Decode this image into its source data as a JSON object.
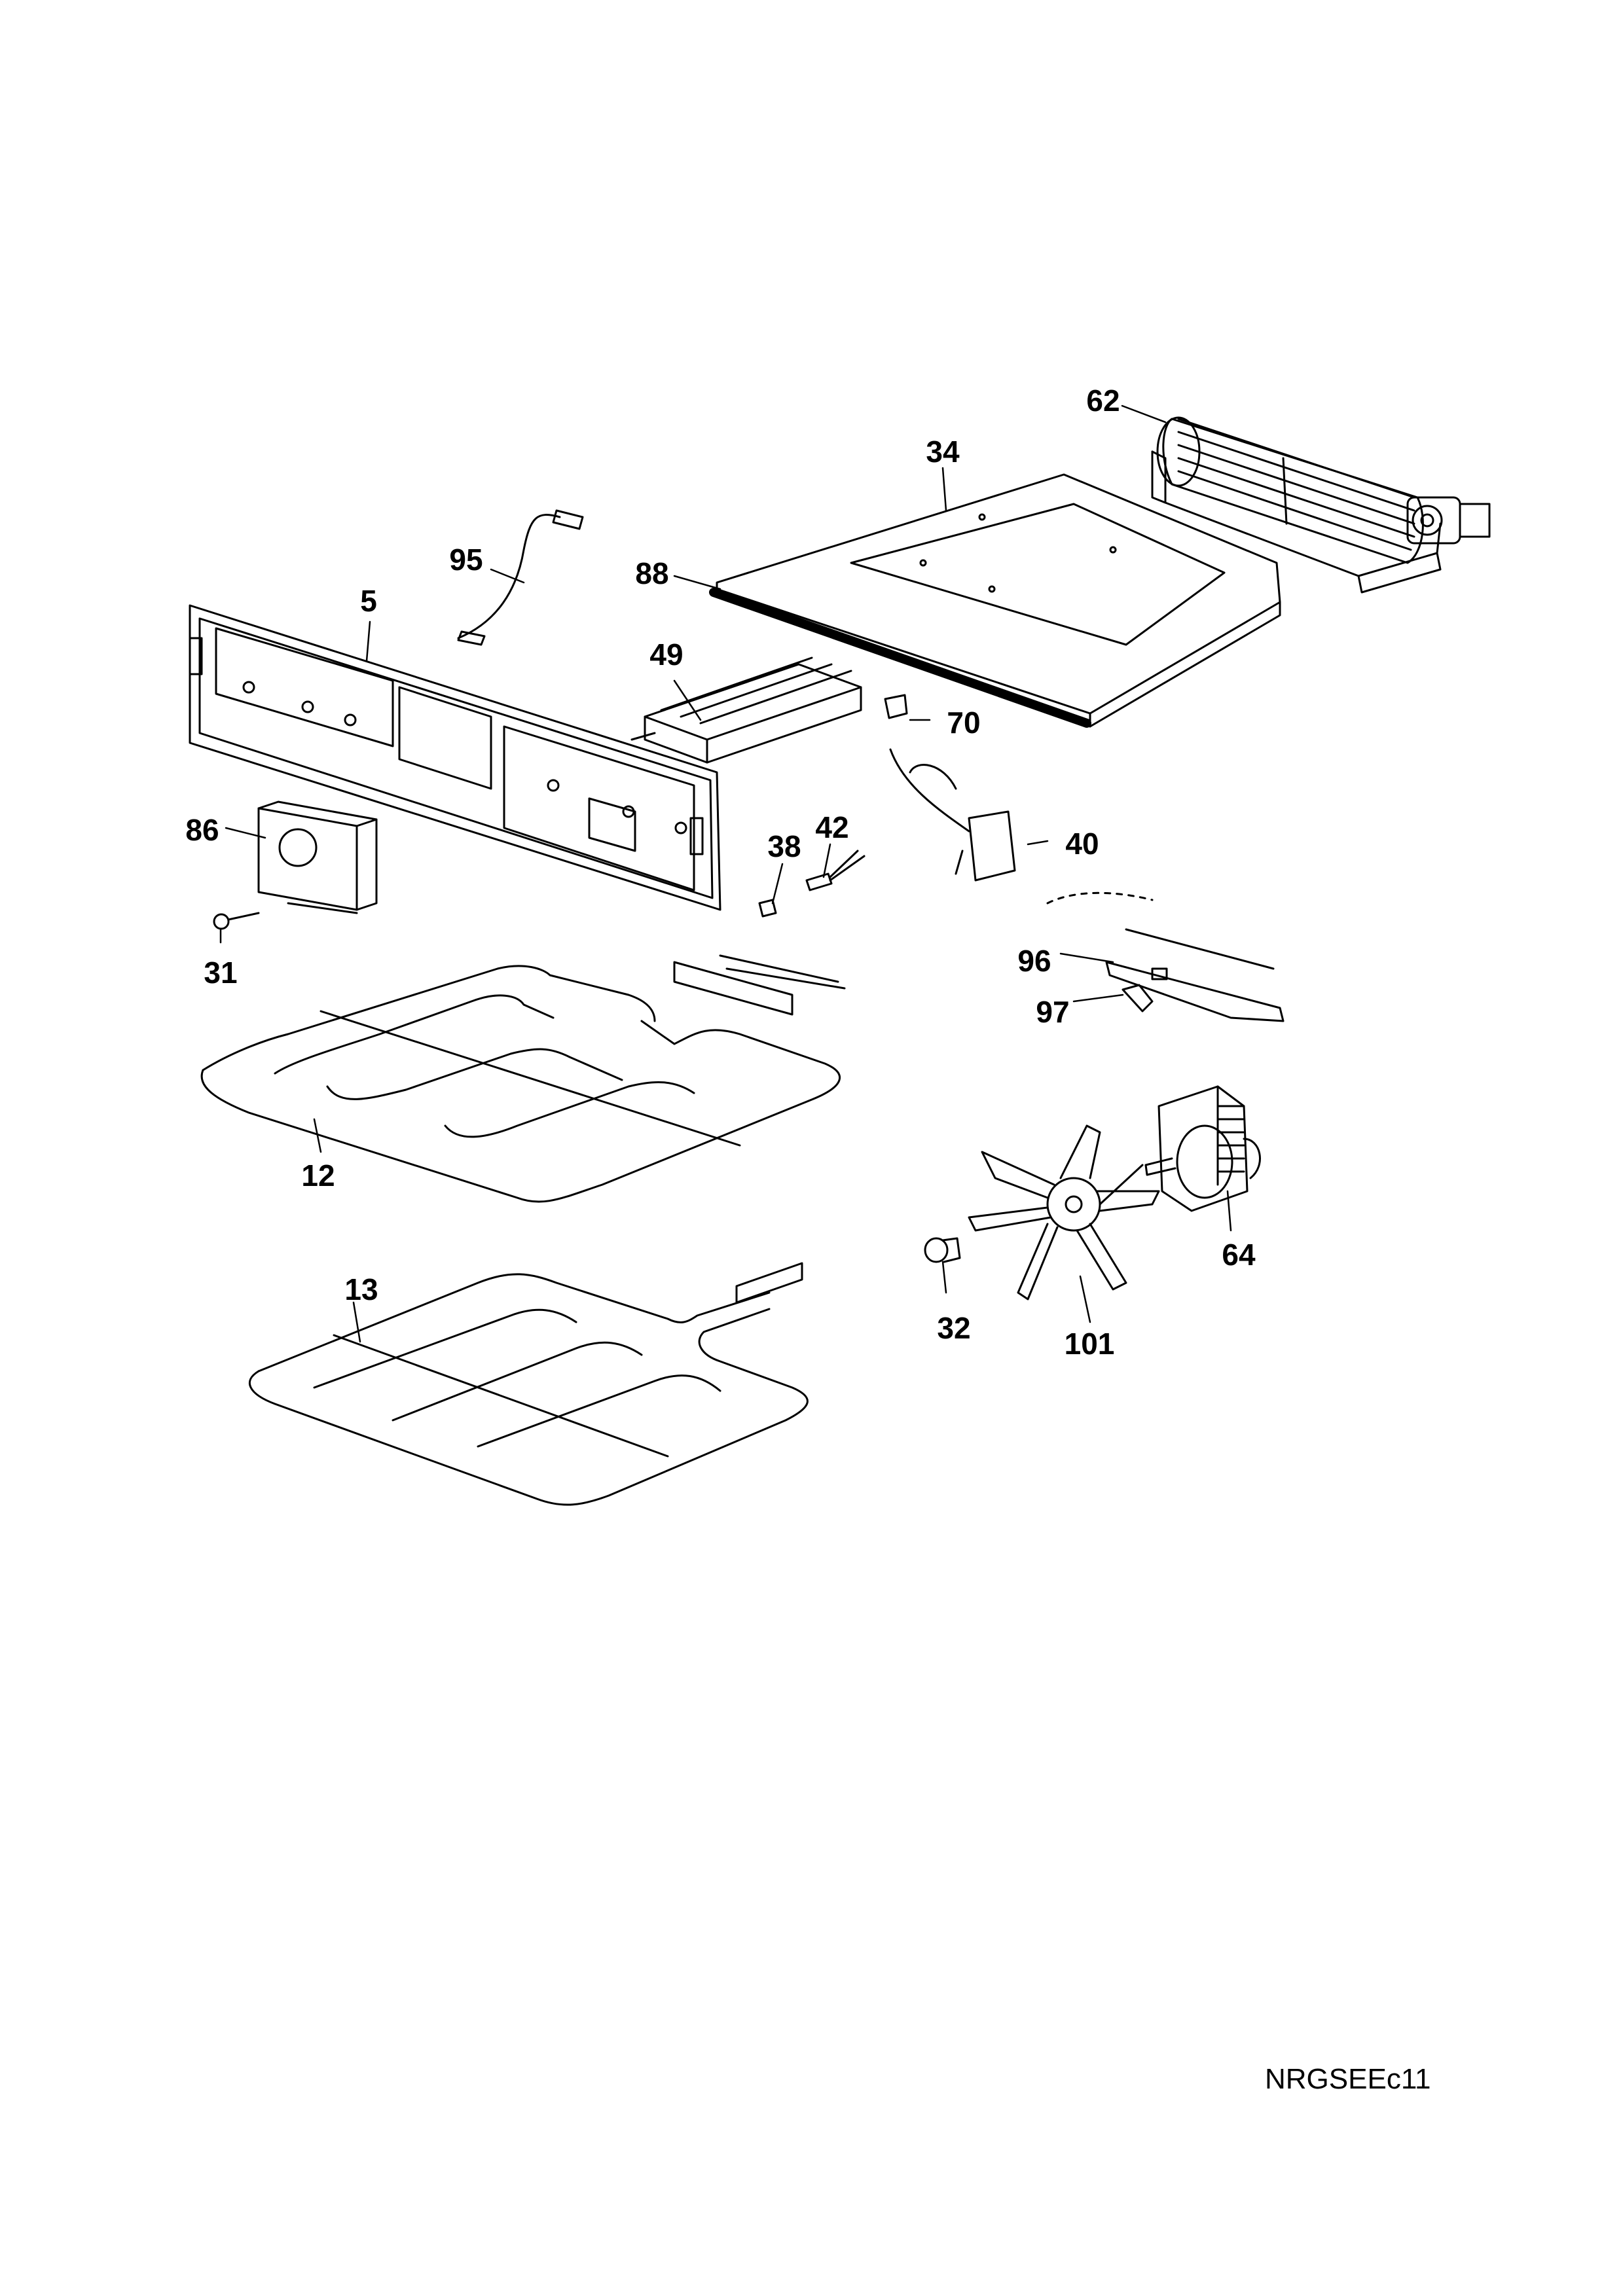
{
  "document_code": "NRGSEEc11",
  "parts": [
    {
      "number": "62",
      "part": "tangential-fan"
    },
    {
      "number": "34",
      "part": "top-panel"
    },
    {
      "number": "95",
      "part": "wiring-cable"
    },
    {
      "number": "88",
      "part": "seal-strip"
    },
    {
      "number": "5",
      "part": "control-panel-frame"
    },
    {
      "number": "49",
      "part": "terminal-block"
    },
    {
      "number": "70",
      "part": "lamp-holder"
    },
    {
      "number": "86",
      "part": "timer-clock"
    },
    {
      "number": "38",
      "part": "connector"
    },
    {
      "number": "42",
      "part": "indicator-light"
    },
    {
      "number": "40",
      "part": "thermostat"
    },
    {
      "number": "31",
      "part": "knob-screw"
    },
    {
      "number": "96",
      "part": "bracket"
    },
    {
      "number": "97",
      "part": "clip"
    },
    {
      "number": "12",
      "part": "top-heating-element"
    },
    {
      "number": "64",
      "part": "fan-motor"
    },
    {
      "number": "13",
      "part": "bottom-heating-element"
    },
    {
      "number": "32",
      "part": "nut"
    },
    {
      "number": "101",
      "part": "fan-blade"
    }
  ]
}
